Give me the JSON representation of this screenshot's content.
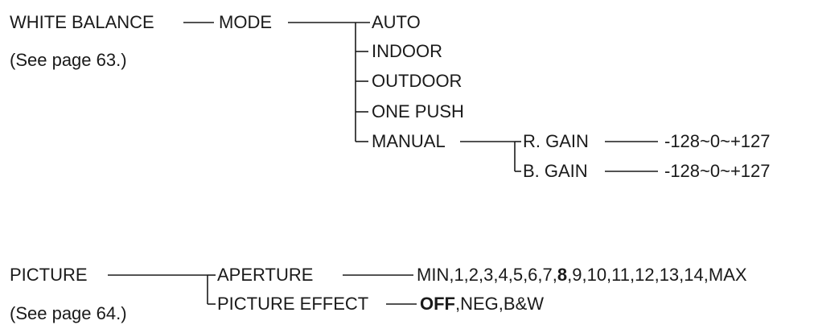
{
  "white_balance": {
    "title": "WHITE BALANCE",
    "page_ref": "(See page 63.)",
    "mode": "MODE",
    "options": [
      "AUTO",
      "INDOOR",
      "OUTDOOR",
      "ONE PUSH",
      "MANUAL"
    ],
    "manual": {
      "r_gain": "R. GAIN",
      "r_gain_range": "-128~0~+127",
      "b_gain": "B. GAIN",
      "b_gain_range": "-128~0~+127"
    }
  },
  "picture": {
    "title": "PICTURE",
    "page_ref": "(See page 64.)",
    "aperture": "APERTURE",
    "aperture_values_pre": "MIN,1,2,3,4,5,6,7,",
    "aperture_default": "8",
    "aperture_values_post": ",9,10,11,12,13,14,MAX",
    "picture_effect": "PICTURE EFFECT",
    "effect_default": "OFF",
    "effect_values_post": ",NEG,B&W"
  }
}
